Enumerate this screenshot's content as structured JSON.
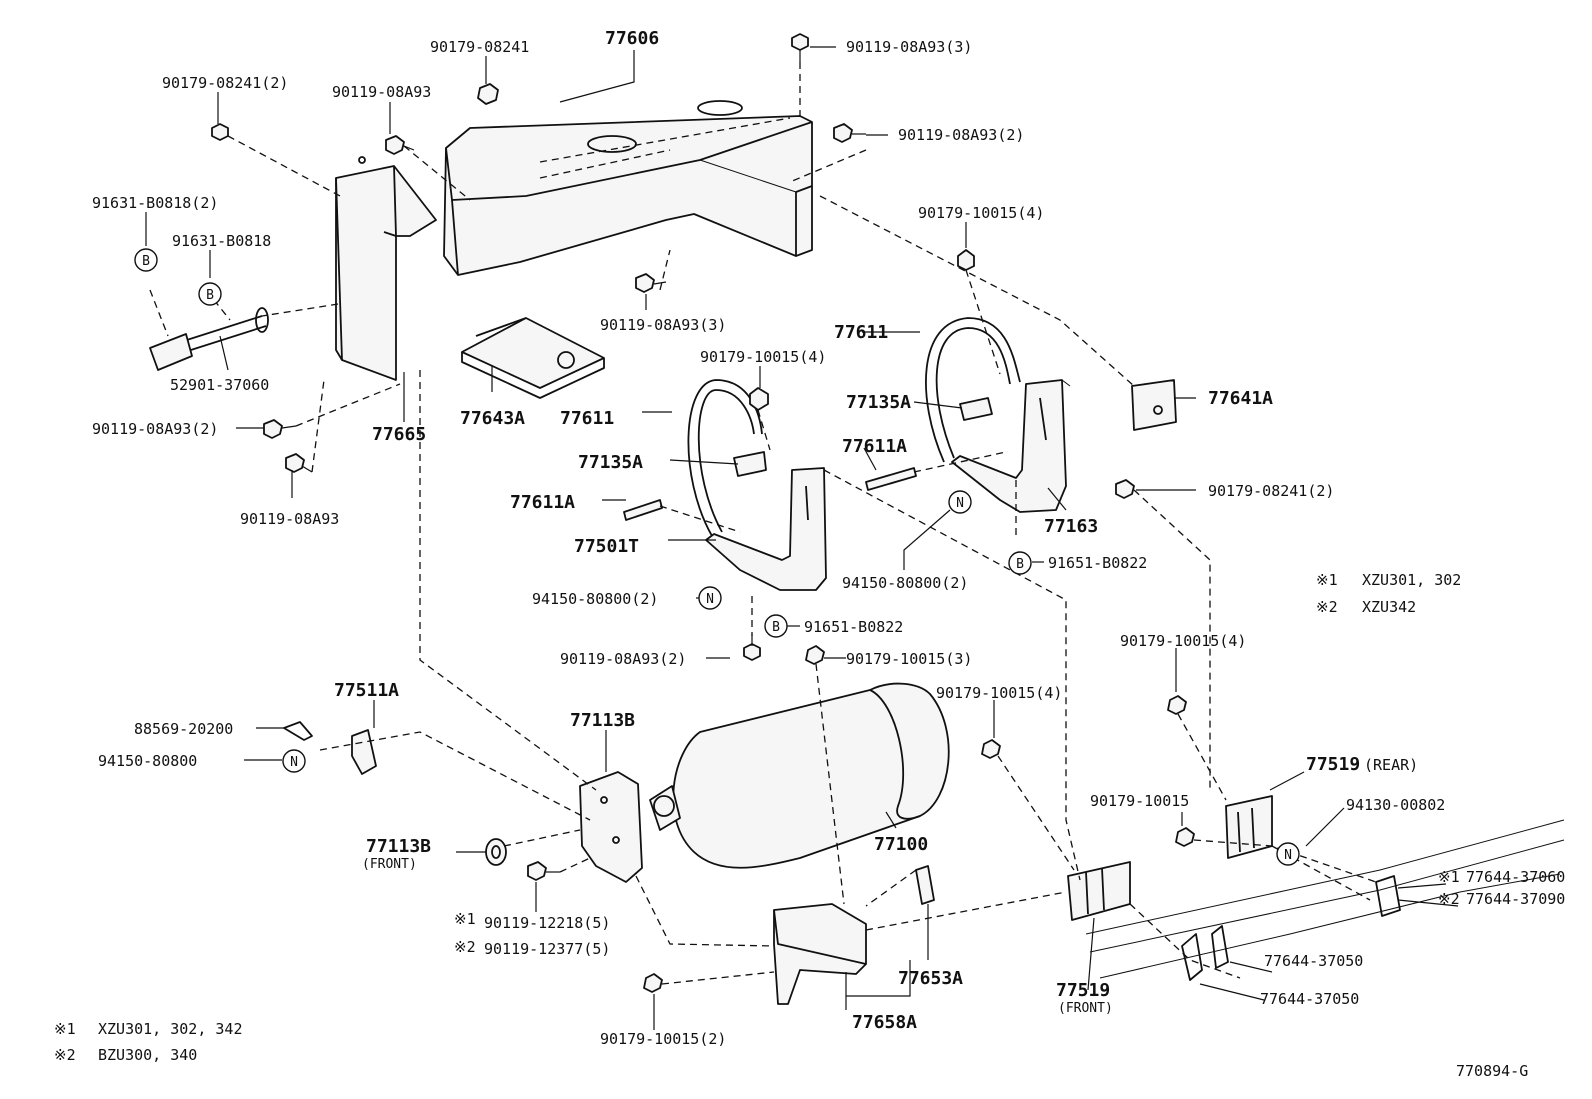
{
  "labels": {
    "l77606": "77606",
    "l90179_08241_top": "90179-08241",
    "l90119_08a93_3_top": "90119-08A93(3)",
    "l90179_08241_2": "90179-08241(2)",
    "l90119_08a93_left": "90119-08A93",
    "l90119_08a93_2_right": "90119-08A93(2)",
    "l91631_b0818_2": "91631-B0818(2)",
    "l91631_b0818": "91631-B0818",
    "l90179_10015_4_a": "90179-10015(4)",
    "l90119_08a93_3_mid": "90119-08A93(3)",
    "l77611_right": "77611",
    "l52901_37060": "52901-37060",
    "l90179_10015_4_b": "90179-10015(4)",
    "l77643a": "77643A",
    "l77135a_right": "77135A",
    "l77641a": "77641A",
    "l90119_08a93_2_left": "90119-08A93(2)",
    "l77665": "77665",
    "l77611_left": "77611",
    "l77611a_right": "77611A",
    "l77135a_left": "77135A",
    "l90179_08241_2_right": "90179-08241(2)",
    "l90119_08a93_bottom": "90119-08A93",
    "l77611a_left": "77611A",
    "l77163": "77163",
    "l77501t": "77501T",
    "l91651_b0822_right": "91651-B0822",
    "l94150_80800_2_right": "94150-80800(2)",
    "l94150_80800_2_left": "94150-80800(2)",
    "l91651_b0822_left": "91651-B0822",
    "l90119_08a93_2_mid": "90119-08A93(2)",
    "l90179_10015_3": "90179-10015(3)",
    "l90179_10015_4_c": "90179-10015(4)",
    "l90179_10015_4_d": "90179-10015(4)",
    "l77511a": "77511A",
    "l88569_20200": "88569-20200",
    "l77113b_top": "77113B",
    "l94150_80800": "94150-80800",
    "l77519_rear": "77519",
    "l77519_rear_sub": "(REAR)",
    "l94130_00802": "94130-00802",
    "l90179_10015": "90179-10015",
    "l77113b_front": "77113B",
    "l77113b_front_sub": "(FRONT)",
    "l77100": "77100",
    "l77644_37060": "77644-37060",
    "l77644_37090": "77644-37090",
    "l90119_12218": "90119-12218(5)",
    "l90119_12377": "90119-12377(5)",
    "l77644_37050_a": "77644-37050",
    "l77644_37050_b": "77644-37050",
    "l77653a": "77653A",
    "l77519_front": "77519",
    "l77519_front_sub": "(FRONT)",
    "l90179_10015_2": "90179-10015(2)",
    "l77658a": "77658A"
  },
  "markers": {
    "n": "N",
    "b": "B",
    "note1": "※1",
    "note2": "※2"
  },
  "notes_right": {
    "n1_models": "XZU301, 302",
    "n2_models": "XZU342"
  },
  "notes_bottom": {
    "n1_models": "XZU301, 302, 342",
    "n2_models": "BZU300, 340"
  },
  "figure_id": "770894-G"
}
